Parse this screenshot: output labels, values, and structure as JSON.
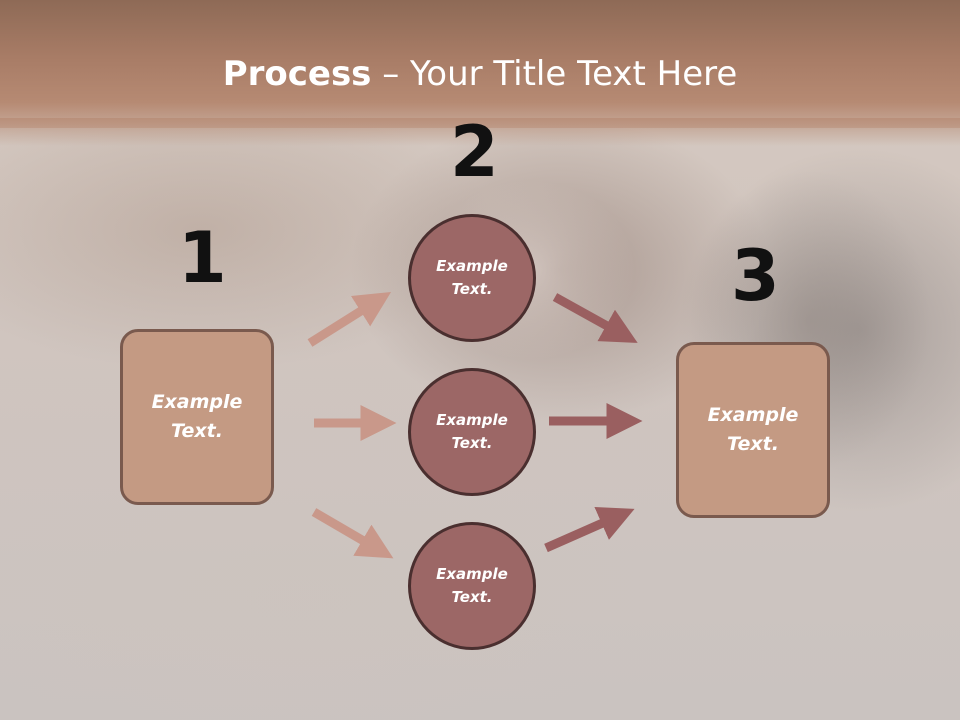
{
  "slide": {
    "title_bold": "Process",
    "title_rest": " – Your Title Text Here"
  },
  "steps": {
    "step1": {
      "number": "1",
      "text": "Example\nText."
    },
    "step2": {
      "number": "2"
    },
    "step3": {
      "number": "3",
      "text": "Example\nText."
    }
  },
  "circles": [
    {
      "text": "Example\nText."
    },
    {
      "text": "Example\nText."
    },
    {
      "text": "Example\nText."
    }
  ],
  "colors": {
    "title_band": "#a87c66",
    "box_fill": "#c49a83",
    "circle_fill": "#9c6766",
    "arrow_light": "#c9988a",
    "arrow_dark": "#9a5f60"
  }
}
